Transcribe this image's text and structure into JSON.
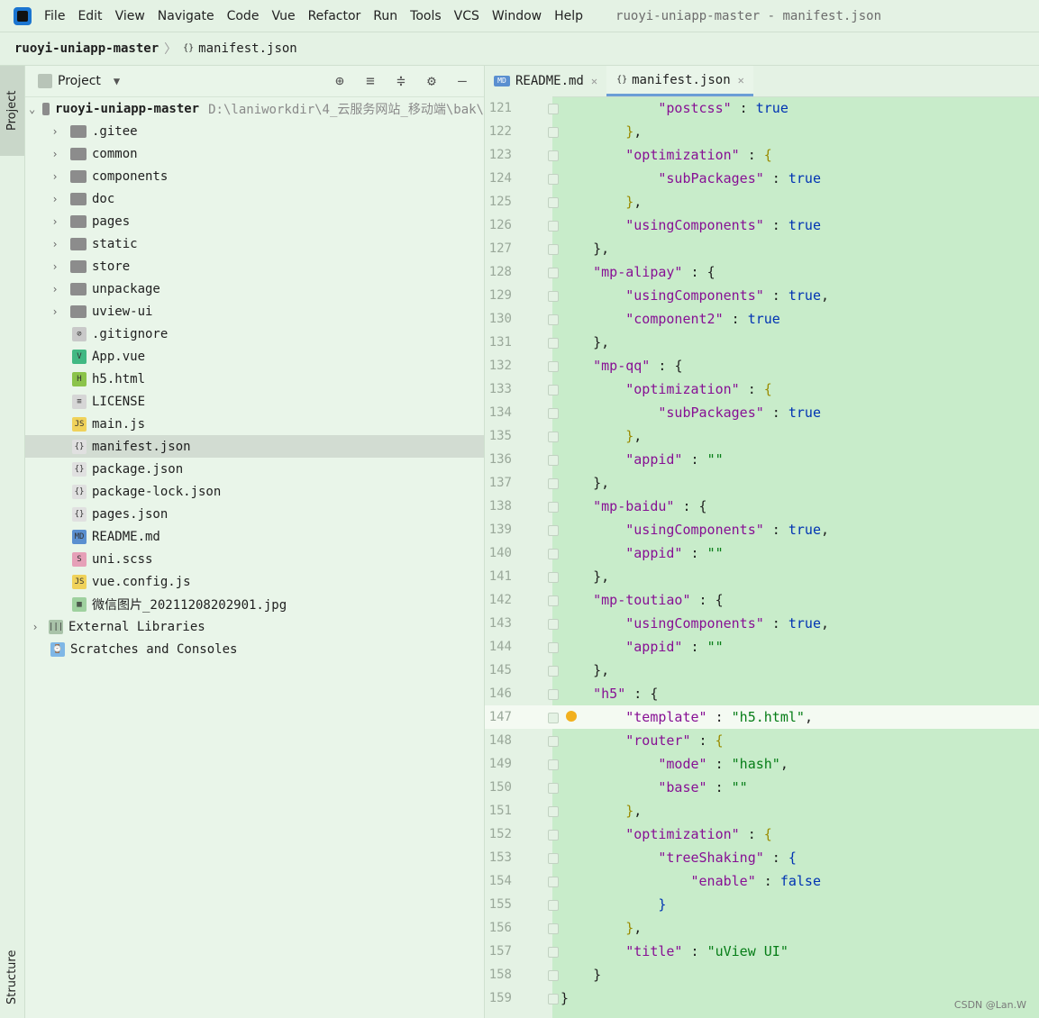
{
  "menubar": {
    "items": [
      "File",
      "Edit",
      "View",
      "Navigate",
      "Code",
      "Vue",
      "Refactor",
      "Run",
      "Tools",
      "VCS",
      "Window",
      "Help"
    ],
    "window_title": "ruoyi-uniapp-master - manifest.json"
  },
  "navbar": {
    "project": "ruoyi-uniapp-master",
    "file": "manifest.json"
  },
  "left_strip": {
    "project_tab": "Project",
    "structure_tab": "Structure"
  },
  "project_panel": {
    "title": "Project",
    "root_name": "ruoyi-uniapp-master",
    "root_path": "D:\\laniworkdir\\4_云服务网站_移动端\\bak\\",
    "items": [
      {
        "label": ".gitee",
        "kind": "folder"
      },
      {
        "label": "common",
        "kind": "folder"
      },
      {
        "label": "components",
        "kind": "folder"
      },
      {
        "label": "doc",
        "kind": "folder"
      },
      {
        "label": "pages",
        "kind": "folder"
      },
      {
        "label": "static",
        "kind": "folder"
      },
      {
        "label": "store",
        "kind": "folder"
      },
      {
        "label": "unpackage",
        "kind": "folder"
      },
      {
        "label": "uview-ui",
        "kind": "folder"
      },
      {
        "label": ".gitignore",
        "kind": "file"
      },
      {
        "label": "App.vue",
        "kind": "file"
      },
      {
        "label": "h5.html",
        "kind": "file"
      },
      {
        "label": "LICENSE",
        "kind": "file"
      },
      {
        "label": "main.js",
        "kind": "file"
      },
      {
        "label": "manifest.json",
        "kind": "file"
      },
      {
        "label": "package.json",
        "kind": "file"
      },
      {
        "label": "package-lock.json",
        "kind": "file"
      },
      {
        "label": "pages.json",
        "kind": "file"
      },
      {
        "label": "README.md",
        "kind": "file"
      },
      {
        "label": "uni.scss",
        "kind": "file"
      },
      {
        "label": "vue.config.js",
        "kind": "file"
      },
      {
        "label": "微信图片_20211208202901.jpg",
        "kind": "file"
      }
    ],
    "external_libraries": "External Libraries",
    "scratches": "Scratches and Consoles"
  },
  "editor": {
    "tabs": [
      {
        "label": "README.md"
      },
      {
        "label": "manifest.json"
      }
    ],
    "lines": [
      {
        "n": "121",
        "t": "            \"postcss\" : true"
      },
      {
        "n": "122",
        "t": "        },"
      },
      {
        "n": "123",
        "t": "        \"optimization\" : {"
      },
      {
        "n": "124",
        "t": "            \"subPackages\" : true"
      },
      {
        "n": "125",
        "t": "        },"
      },
      {
        "n": "126",
        "t": "        \"usingComponents\" : true"
      },
      {
        "n": "127",
        "t": "    },"
      },
      {
        "n": "128",
        "t": "    \"mp-alipay\" : {"
      },
      {
        "n": "129",
        "t": "        \"usingComponents\" : true,"
      },
      {
        "n": "130",
        "t": "        \"component2\" : true"
      },
      {
        "n": "131",
        "t": "    },"
      },
      {
        "n": "132",
        "t": "    \"mp-qq\" : {"
      },
      {
        "n": "133",
        "t": "        \"optimization\" : {"
      },
      {
        "n": "134",
        "t": "            \"subPackages\" : true"
      },
      {
        "n": "135",
        "t": "        },"
      },
      {
        "n": "136",
        "t": "        \"appid\" : \"\""
      },
      {
        "n": "137",
        "t": "    },"
      },
      {
        "n": "138",
        "t": "    \"mp-baidu\" : {"
      },
      {
        "n": "139",
        "t": "        \"usingComponents\" : true,"
      },
      {
        "n": "140",
        "t": "        \"appid\" : \"\""
      },
      {
        "n": "141",
        "t": "    },"
      },
      {
        "n": "142",
        "t": "    \"mp-toutiao\" : {"
      },
      {
        "n": "143",
        "t": "        \"usingComponents\" : true,"
      },
      {
        "n": "144",
        "t": "        \"appid\" : \"\""
      },
      {
        "n": "145",
        "t": "    },"
      },
      {
        "n": "146",
        "t": "    \"h5\" : {"
      },
      {
        "n": "147",
        "t": "        \"template\" : \"h5.html\","
      },
      {
        "n": "148",
        "t": "        \"router\" : {"
      },
      {
        "n": "149",
        "t": "            \"mode\" : \"hash\","
      },
      {
        "n": "150",
        "t": "            \"base\" : \"\""
      },
      {
        "n": "151",
        "t": "        },"
      },
      {
        "n": "152",
        "t": "        \"optimization\" : {"
      },
      {
        "n": "153",
        "t": "            \"treeShaking\" : {"
      },
      {
        "n": "154",
        "t": "                \"enable\" : false"
      },
      {
        "n": "155",
        "t": "            }"
      },
      {
        "n": "156",
        "t": "        },"
      },
      {
        "n": "157",
        "t": "        \"title\" : \"uView UI\""
      },
      {
        "n": "158",
        "t": "    }"
      },
      {
        "n": "159",
        "t": "}"
      }
    ],
    "current_line": "147"
  },
  "watermark": "CSDN @Lan.W",
  "colors": {
    "editor_bg": "#c8ecca",
    "panel_bg": "#e9f5e9",
    "key": "#871094",
    "string": "#067d17",
    "keyword": "#0033b3"
  }
}
